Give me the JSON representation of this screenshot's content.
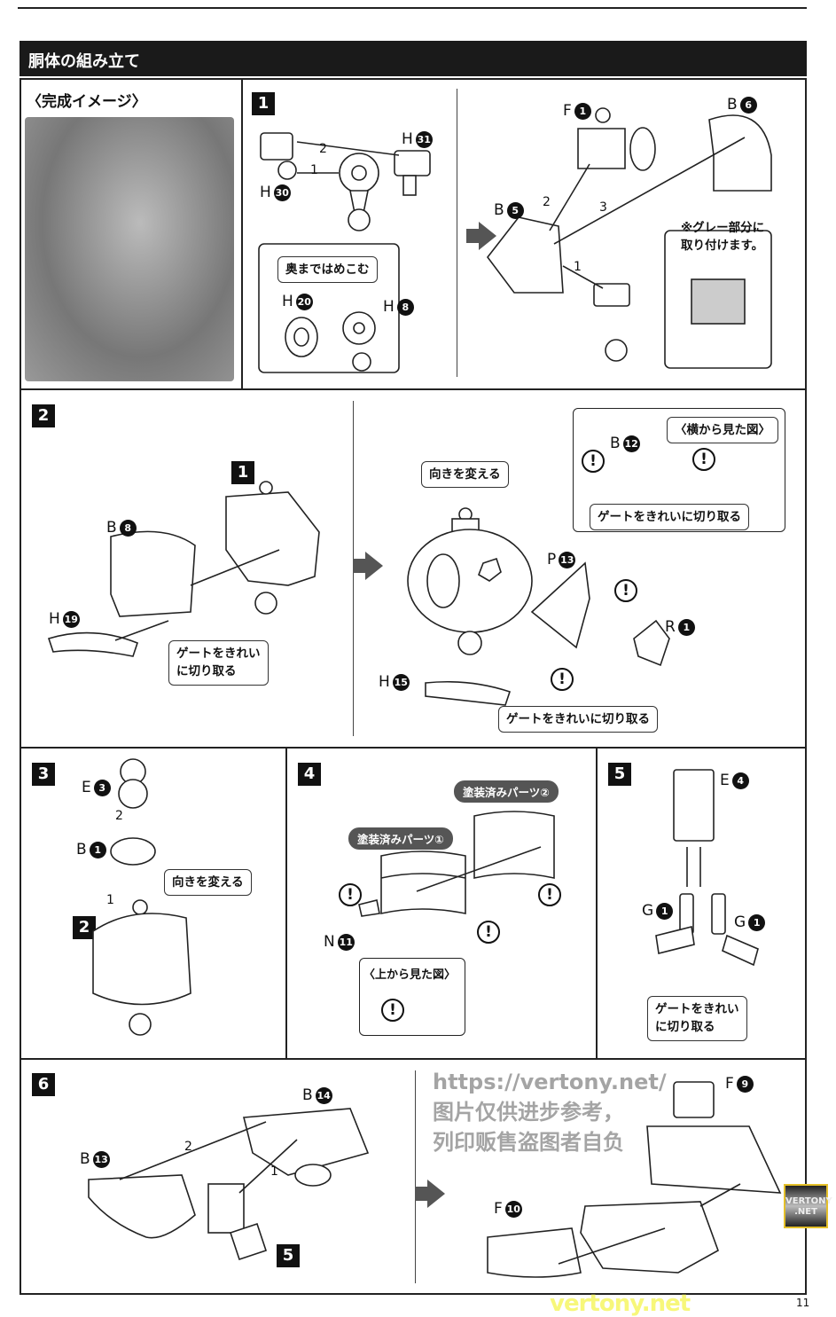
{
  "header": {
    "title": "胴体の組み立て"
  },
  "complete_image": {
    "title": "〈完成イメージ〉"
  },
  "steps": {
    "s1": {
      "num": "1",
      "parts": [
        {
          "l": "H",
          "n": "31"
        },
        {
          "l": "H",
          "n": "30"
        },
        {
          "l": "H",
          "n": "20"
        },
        {
          "l": "H",
          "n": "8"
        },
        {
          "l": "F",
          "n": "1"
        },
        {
          "l": "B",
          "n": "6"
        },
        {
          "l": "B",
          "n": "5"
        }
      ],
      "order": [
        "1",
        "2",
        "2",
        "3",
        "1"
      ],
      "callout_press": "奥まではめこむ",
      "callout_grey": "※グレー部分に\n取り付けます。"
    },
    "s2": {
      "num": "2",
      "ref": "1",
      "parts": [
        {
          "l": "B",
          "n": "8"
        },
        {
          "l": "H",
          "n": "19"
        },
        {
          "l": "B",
          "n": "12"
        },
        {
          "l": "P",
          "n": "13"
        },
        {
          "l": "R",
          "n": "1"
        },
        {
          "l": "H",
          "n": "15"
        }
      ],
      "gate_left": "ゲートをきれい\nに切り取る",
      "turn": "向きを変える",
      "side_view": "〈横から見た図〉",
      "gate_top": "ゲートをきれいに切り取る",
      "gate_bottom": "ゲートをきれいに切り取る"
    },
    "s3": {
      "num": "3",
      "ref": "2",
      "parts": [
        {
          "l": "E",
          "n": "3"
        },
        {
          "l": "B",
          "n": "1"
        }
      ],
      "order": [
        "2",
        "1"
      ],
      "turn": "向きを変える"
    },
    "s4": {
      "num": "4",
      "parts": [
        {
          "l": "N",
          "n": "11"
        }
      ],
      "painted1": "塗装済みパーツ①",
      "painted2": "塗装済みパーツ②",
      "top_view": "〈上から見た図〉"
    },
    "s5": {
      "num": "5",
      "parts": [
        {
          "l": "E",
          "n": "4"
        },
        {
          "l": "G",
          "n": "1"
        },
        {
          "l": "G",
          "n": "1"
        }
      ],
      "gate": "ゲートをきれい\nに切り取る"
    },
    "s6": {
      "num": "6",
      "ref": "5",
      "parts": [
        {
          "l": "B",
          "n": "14"
        },
        {
          "l": "B",
          "n": "13"
        },
        {
          "l": "F",
          "n": "9"
        },
        {
          "l": "F",
          "n": "10"
        }
      ],
      "order": [
        "2",
        "1"
      ]
    }
  },
  "warning_symbol": "!",
  "watermark": {
    "url": "https://vertony.net/",
    "line2": "图片仅供进步参考，",
    "line3": "列印贩售盗图者自负",
    "logo": "VERTONY .NET",
    "site": "vertony.net"
  },
  "page_number": "11"
}
